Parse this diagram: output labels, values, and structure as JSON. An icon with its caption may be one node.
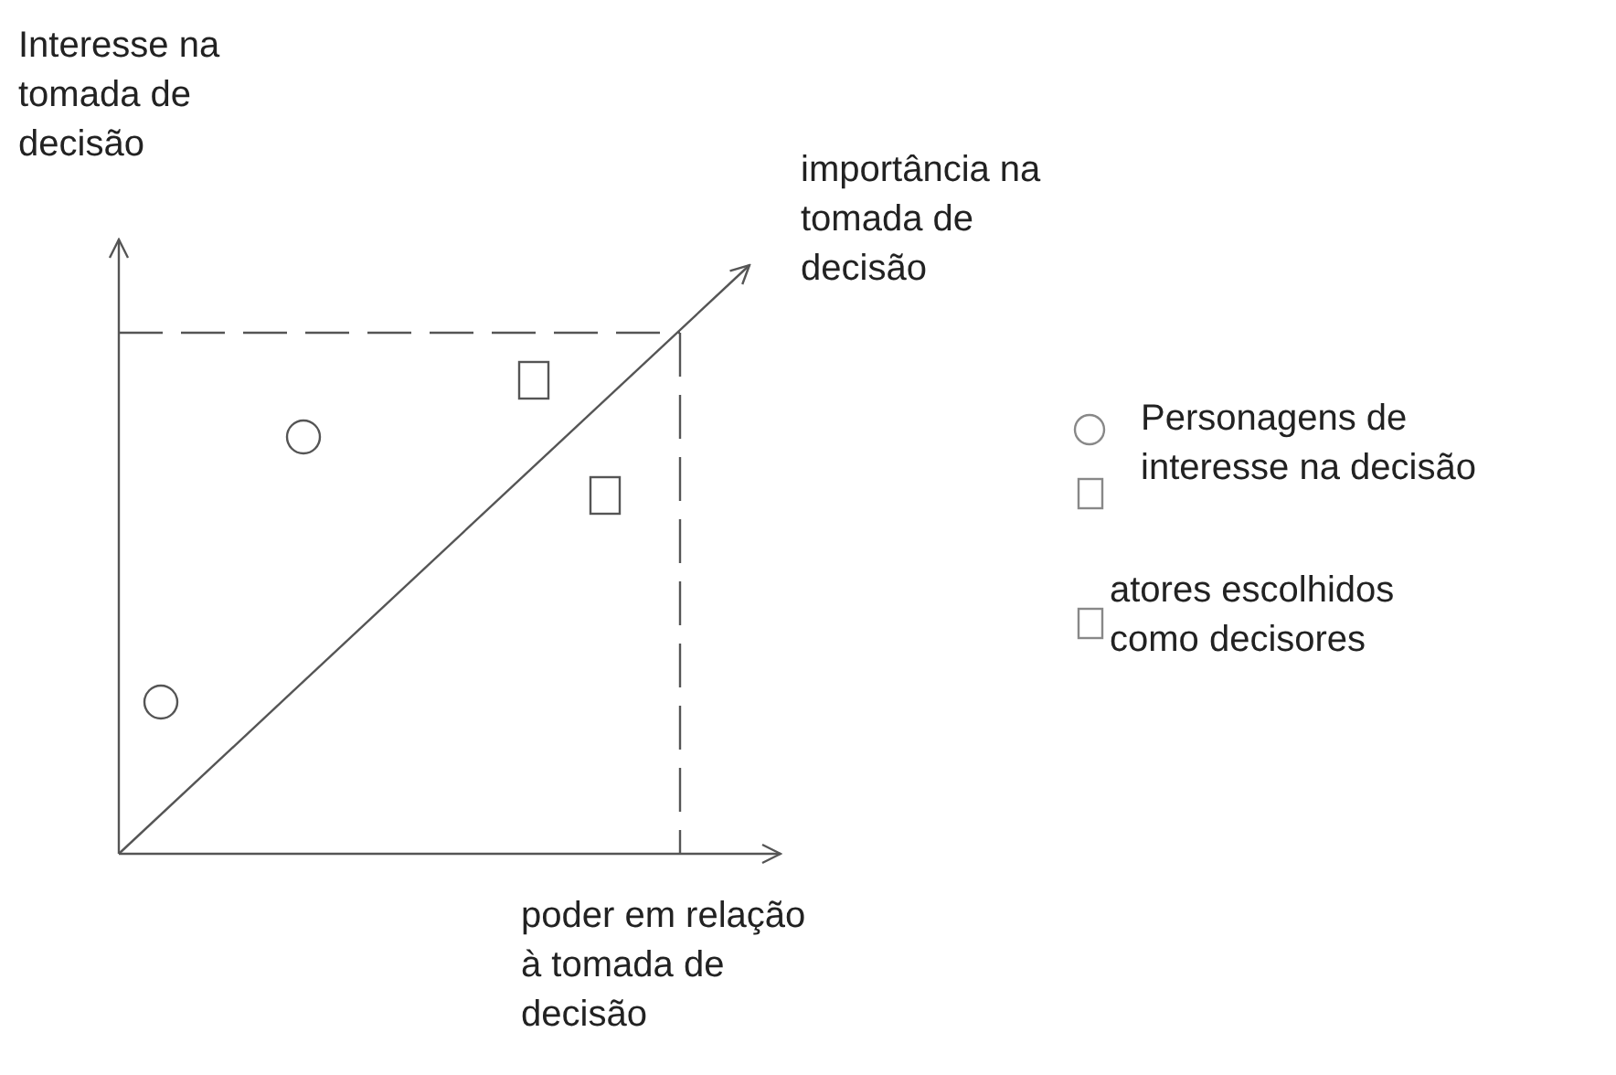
{
  "diagram": {
    "labels": [
      "Interesse na tomada de decisão",
      "importância na tomada de decisão",
      "poder em relação à tomada de decisão"
    ],
    "legend": [
      {
        "text": "Personagens de interesse na decisão"
      },
      {
        "text": "atores escolhidos como decisores"
      }
    ]
  }
}
